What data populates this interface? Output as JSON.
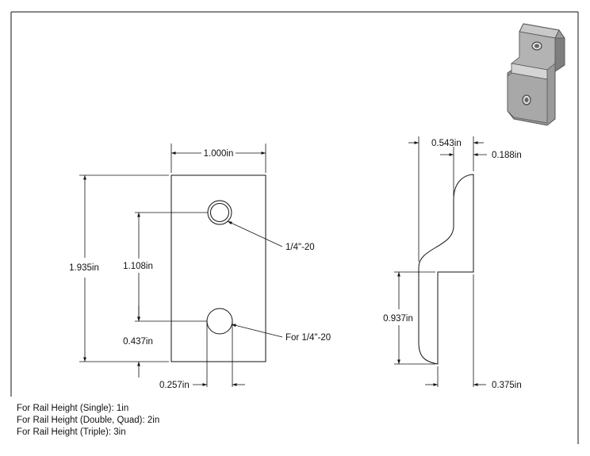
{
  "front_view": {
    "width": "1.000in",
    "height": "1.935in",
    "hole_spacing": "1.108in",
    "hole_bottom_offset": "0.437in",
    "hole_diameter": "0.257in",
    "top_hole_callout": "1/4\"-20",
    "bottom_hole_callout": "For 1/4\"-20"
  },
  "side_view": {
    "overall_depth": "0.543in",
    "thickness": "0.188in",
    "lower_height": "0.937in",
    "lower_offset": "0.375in"
  },
  "notes": [
    "For Rail Height (Single): 1in",
    "For Rail Height (Double, Quad): 2in",
    "For Rail Height (Triple): 3in"
  ],
  "colors": {
    "line": "#111111",
    "iso_metal": "#a9a9a9",
    "background": "#ffffff"
  }
}
